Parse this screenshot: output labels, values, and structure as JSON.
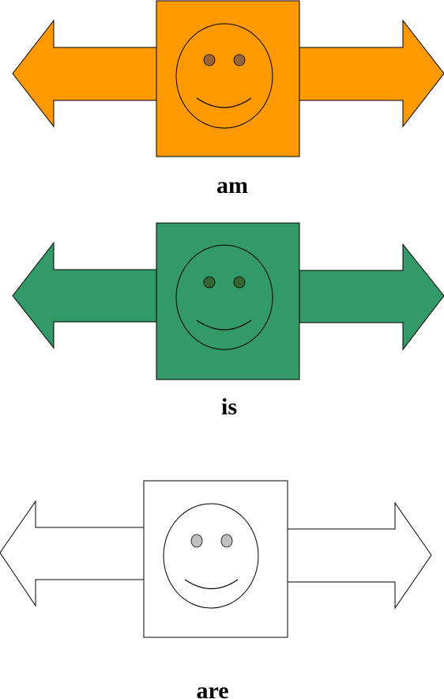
{
  "rows": [
    {
      "label": "am",
      "fill_color": "#FF9900",
      "eye_color": "#996633",
      "arrow_icon": "double-headed-arrow",
      "face_icon": "smiley-face-icon"
    },
    {
      "label": "is",
      "fill_color": "#339966",
      "eye_color": "#336633",
      "arrow_icon": "double-headed-arrow",
      "face_icon": "smiley-face-icon"
    },
    {
      "label": "are",
      "fill_color": "#FFFFFF",
      "eye_color": "#C0C0C0",
      "arrow_icon": "double-headed-arrow",
      "face_icon": "smiley-face-icon"
    }
  ],
  "stroke_color": "#000000"
}
